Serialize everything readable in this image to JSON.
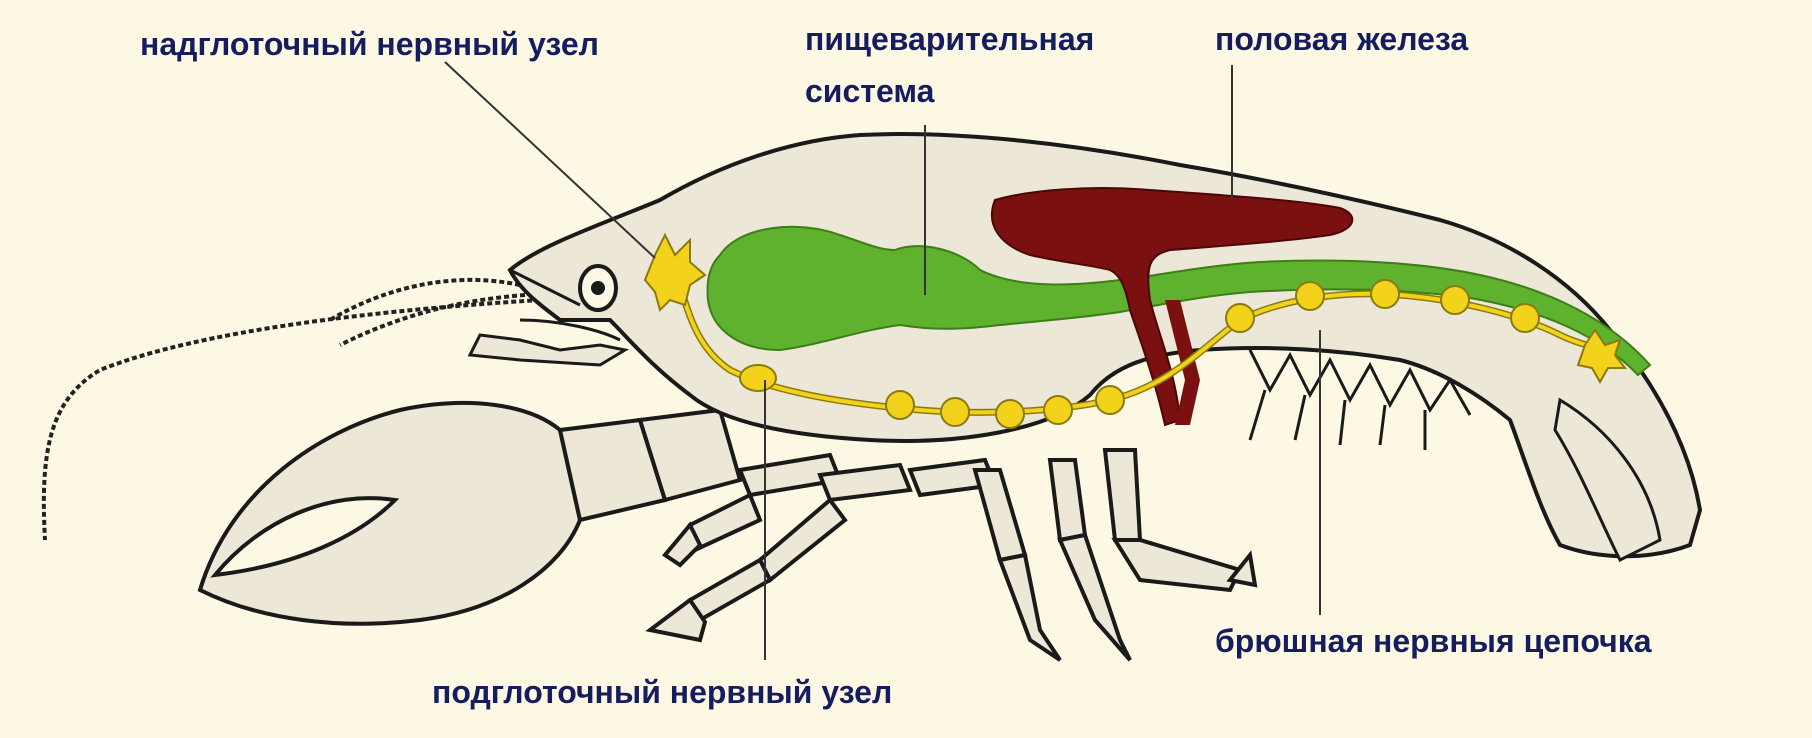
{
  "labels": {
    "supraesophageal_ganglion": "надглоточный нервный узел",
    "digestive_line1": "пищеварительная",
    "digestive_line2": "система",
    "gonad": "половая железа",
    "ventral_cord": "брюшная нервныя цепочка",
    "subesophageal_ganglion": "подглоточный нервный узел"
  },
  "colors": {
    "background": "#fdf8e4",
    "body_fill": "#ece7d6",
    "outline": "#1a1a1a",
    "digestive": "#5fb22e",
    "gonad": "#7a1010",
    "nerve": "#f2d21a",
    "nerve_edge": "#8a7a10",
    "label_text": "#161d5e"
  }
}
